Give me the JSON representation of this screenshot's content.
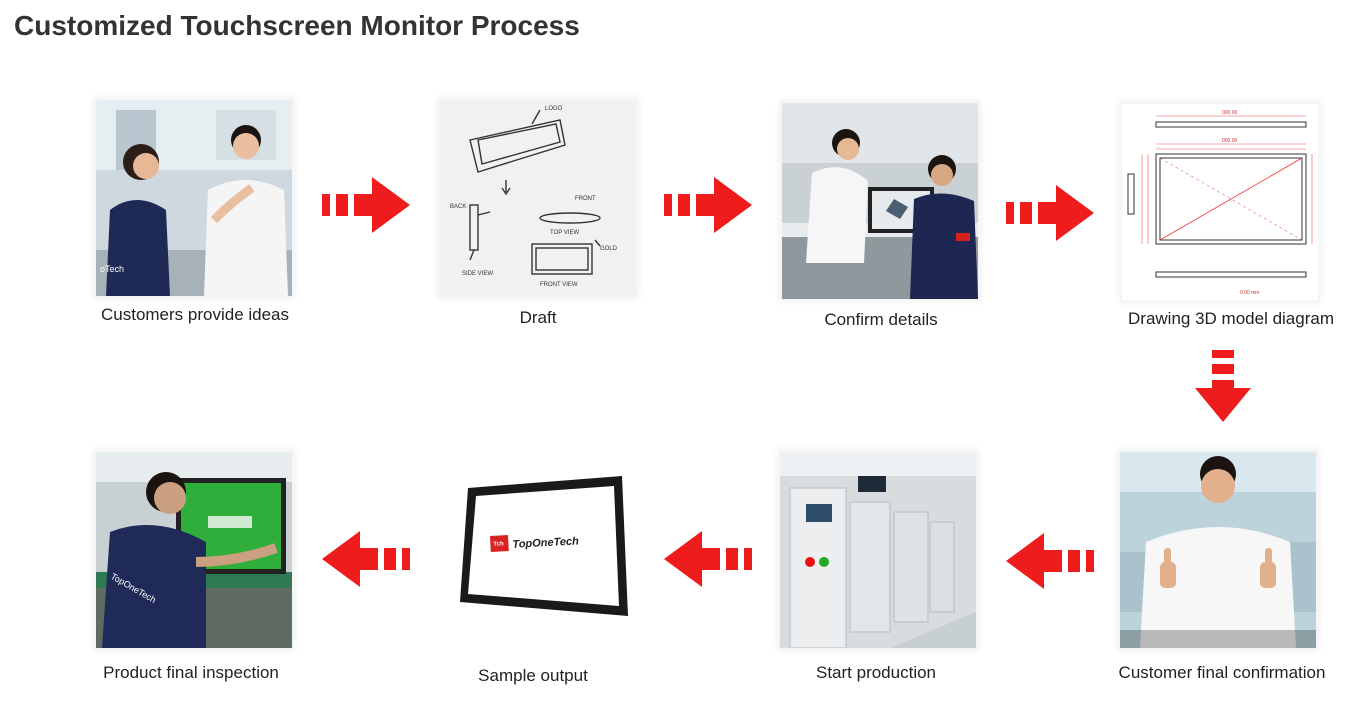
{
  "title": "Customized Touchscreen Monitor Process",
  "accent_color": "#ee1c1c",
  "steps": [
    {
      "label": "Customers provide ideas",
      "image": "meeting-photo"
    },
    {
      "label": "Draft",
      "image": "sketch-drawing"
    },
    {
      "label": "Confirm details",
      "image": "engineers-at-computer-photo"
    },
    {
      "label": "Drawing 3D model diagram",
      "image": "technical-drawing"
    },
    {
      "label": "Customer final confirmation",
      "image": "thumbs-up-photo"
    },
    {
      "label": "Start production",
      "image": "factory-line-photo"
    },
    {
      "label": "Sample output",
      "image": "touch-monitor-sample"
    },
    {
      "label": "Product final inspection",
      "image": "inspection-photo"
    }
  ],
  "brand": {
    "logo_text": "TopOneTech",
    "mark_text": "TopOneTech"
  }
}
